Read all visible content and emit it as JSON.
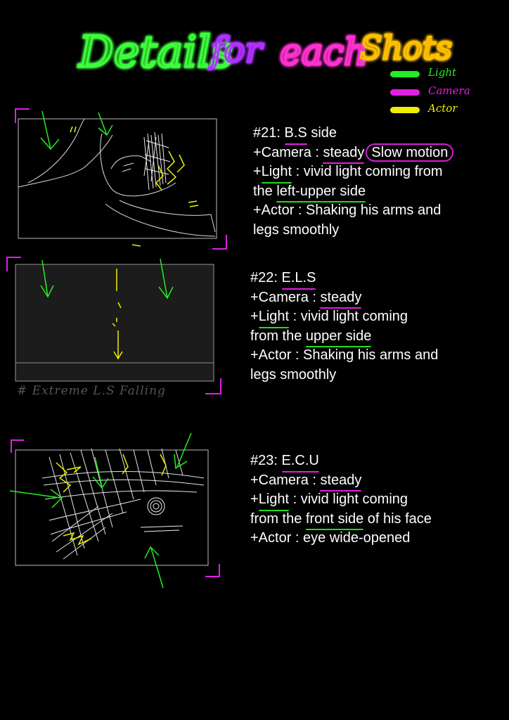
{
  "title": {
    "words": [
      "Details",
      "for",
      "each",
      "Shots"
    ],
    "colors": [
      "#3dff3d",
      "#b030ff",
      "#ff30d0",
      "#ffc000"
    ]
  },
  "legend": [
    {
      "label": "Light",
      "color": "#22ee22"
    },
    {
      "label": "Camera",
      "color": "#e020e0"
    },
    {
      "label": "Actor",
      "color": "#eeee00"
    }
  ],
  "shots": [
    {
      "id": "#21:",
      "shot_type": "B.S",
      "shot_suffix": "side",
      "camera_prefix": "+Camera : ",
      "camera_value": "steady",
      "camera_extra": "Slow motion",
      "light_prefix": "+",
      "light_word": "Light",
      "light_text_1": " : vivid light coming from",
      "light_text_2a": "the ",
      "light_highlight": "left-upper side",
      "light_text_2b": "",
      "actor_text_1": "+Actor : Shaking his arms and",
      "actor_text_2": "legs smoothly"
    },
    {
      "id": "#22:",
      "shot_type": "E.L.S",
      "camera_prefix": "+Camera : ",
      "camera_value": "steady",
      "light_prefix": "+",
      "light_word": "Light",
      "light_text_1": " : vivid light coming",
      "light_text_2a": "from the ",
      "light_highlight": "upper side",
      "actor_text_1": "+Actor : Shaking his arms and",
      "actor_text_2": "legs smoothly",
      "caption": "# Extreme L.S  Falling"
    },
    {
      "id": "#23:",
      "shot_type": "E.C.U",
      "camera_prefix": "+Camera : ",
      "camera_value": "steady",
      "light_prefix": "+",
      "light_word": "Light",
      "light_text_1": " : vivid light coming",
      "light_text_2a": "from the ",
      "light_highlight": "front side",
      "light_text_2b": " of his face",
      "actor_text_1": "+Actor : eye wide-opened"
    }
  ]
}
